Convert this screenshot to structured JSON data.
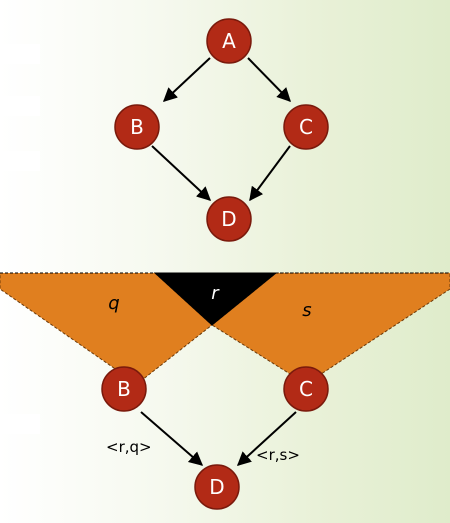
{
  "colors": {
    "node_fill": "#b22a16",
    "region_fill": "#e07f1f",
    "apex_fill": "#000000"
  },
  "top_graph": {
    "nodes": {
      "a": "A",
      "b": "B",
      "c": "C",
      "d": "D"
    }
  },
  "bottom_graph": {
    "regions": {
      "q": "q",
      "r": "r",
      "s": "s"
    },
    "nodes": {
      "b": "B",
      "c": "C",
      "d": "D"
    },
    "edge_labels": {
      "bd": "<r,q>",
      "cd": "<r,s>"
    }
  }
}
